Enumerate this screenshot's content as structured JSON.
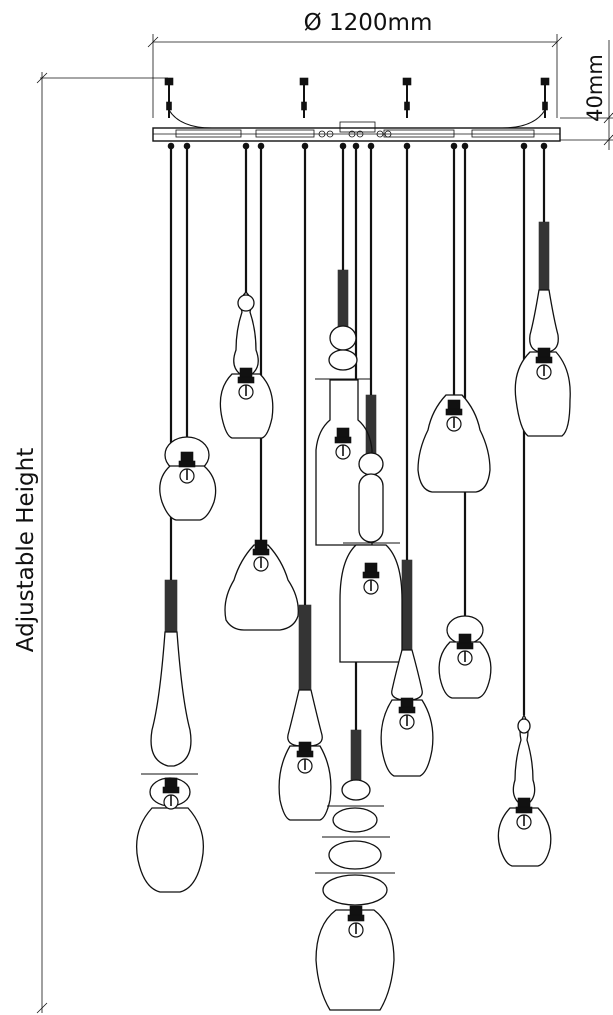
{
  "dimensions": {
    "diameter_label": "Ø 1200mm",
    "canopy_label": "40mm",
    "height_label": "Adjustable Height"
  },
  "colors": {
    "line": "#111111",
    "background": "#ffffff"
  }
}
